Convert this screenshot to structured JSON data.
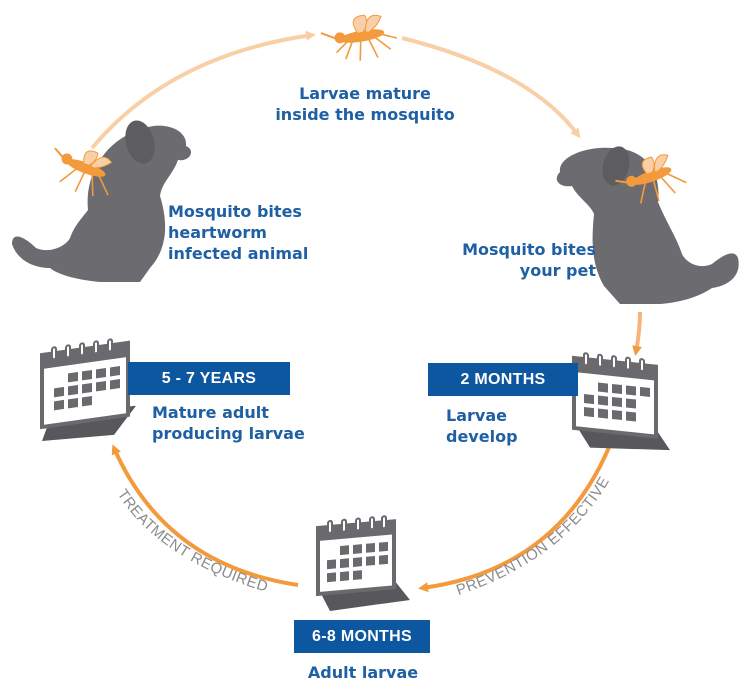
{
  "stages": {
    "larvae_mature": "Larvae mature\ninside the mosquito",
    "bites_infected": "Mosquito bites\nheartworm\ninfected animal",
    "bites_pet": "Mosquito bites\nyour pet",
    "years": {
      "badge": "5 - 7 YEARS",
      "caption": "Mature adult\nproducing larvae"
    },
    "two_months": {
      "badge": "2 MONTHS",
      "caption": "Larvae\ndevelop"
    },
    "six_months": {
      "badge": "6-8 MONTHS",
      "caption": "Adult larvae"
    }
  },
  "arc_labels": {
    "treatment": "TREATMENT REQUIRED",
    "prevention": "PREVENTION EFFECTIVE"
  },
  "colors": {
    "orange": "#f39a3c",
    "light_orange": "#f8cfa6",
    "blue": "#0d56a0",
    "text_blue": "#1f5fa3",
    "dog_gray": "#6c6c70",
    "calendar_gray": "#6a6a6e",
    "arc_label_gray": "#8b8b8b"
  },
  "icons": [
    "mosquito-icon",
    "dog-icon",
    "calendar-icon"
  ]
}
